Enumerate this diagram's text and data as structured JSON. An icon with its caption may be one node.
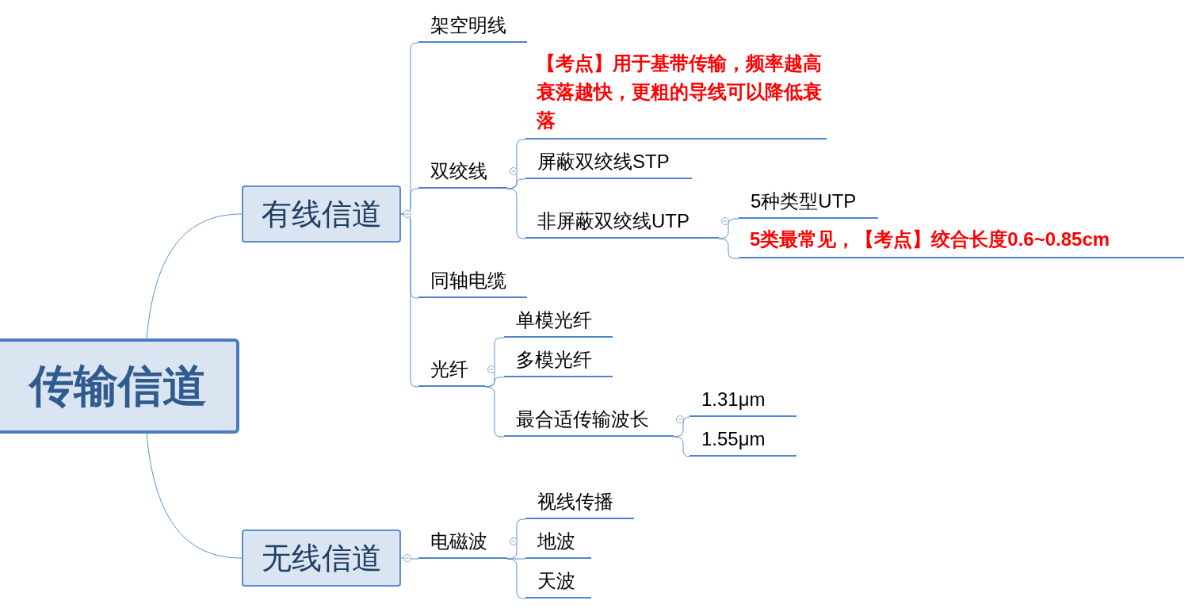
{
  "diagram": {
    "nodes": [
      {
        "text": [
          "传输信道"
        ]
      },
      {
        "text": [
          "有线信道"
        ]
      },
      {
        "text": [
          "无线信道"
        ]
      },
      {
        "text": [
          "架空明线"
        ]
      },
      {
        "text": [
          "双绞线"
        ]
      },
      {
        "text": [
          "同轴电缆"
        ]
      },
      {
        "text": [
          "光纤"
        ]
      },
      {
        "text": [
          "【考点】用于基带传输，频率越高衰落越快，更粗的导线可以降低衰落"
        ]
      },
      {
        "text": [
          "屏蔽双绞线STP"
        ]
      },
      {
        "text": [
          "非屏蔽双绞线UTP"
        ]
      },
      {
        "text": [
          "5种类型UTP"
        ]
      },
      {
        "text": [
          "5类最常见，【考点】绞合长度0.6~0.85cm"
        ]
      },
      {
        "text": [
          "单模光纤"
        ]
      },
      {
        "text": [
          "多模光纤"
        ]
      },
      {
        "text": [
          "最合适传输波长"
        ]
      },
      {
        "text": [
          "1.31μm"
        ]
      },
      {
        "text": [
          "1.55μm"
        ]
      },
      {
        "text": [
          "电磁波"
        ]
      },
      {
        "text": [
          "视线传播"
        ]
      },
      {
        "text": [
          "地波"
        ]
      },
      {
        "text": [
          "天波"
        ]
      }
    ],
    "edges": [
      {
        "from": 0,
        "to": 1,
        "arrow": "none"
      },
      {
        "from": 0,
        "to": 2,
        "arrow": "none"
      },
      {
        "from": 1,
        "to": 3,
        "arrow": "none"
      },
      {
        "from": 1,
        "to": 4,
        "arrow": "none"
      },
      {
        "from": 1,
        "to": 5,
        "arrow": "none"
      },
      {
        "from": 1,
        "to": 6,
        "arrow": "none"
      },
      {
        "from": 4,
        "to": 7,
        "arrow": "none"
      },
      {
        "from": 4,
        "to": 8,
        "arrow": "none"
      },
      {
        "from": 4,
        "to": 9,
        "arrow": "none"
      },
      {
        "from": 9,
        "to": 10,
        "arrow": "none"
      },
      {
        "from": 9,
        "to": 11,
        "arrow": "none"
      },
      {
        "from": 6,
        "to": 12,
        "arrow": "none"
      },
      {
        "from": 6,
        "to": 13,
        "arrow": "none"
      },
      {
        "from": 6,
        "to": 14,
        "arrow": "none"
      },
      {
        "from": 14,
        "to": 15,
        "arrow": "none"
      },
      {
        "from": 14,
        "to": 16,
        "arrow": "none"
      },
      {
        "from": 2,
        "to": 17,
        "arrow": "none"
      },
      {
        "from": 17,
        "to": 18,
        "arrow": "none"
      },
      {
        "from": 17,
        "to": 19,
        "arrow": "none"
      },
      {
        "from": 17,
        "to": 20,
        "arrow": "none"
      }
    ]
  }
}
